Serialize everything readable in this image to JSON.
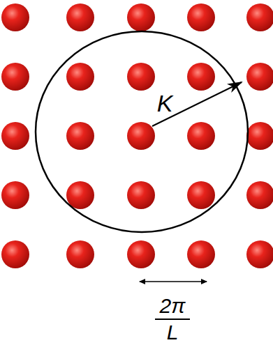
{
  "diagram": {
    "labels": [
      "K",
      "2π",
      "L"
    ]
  }
}
